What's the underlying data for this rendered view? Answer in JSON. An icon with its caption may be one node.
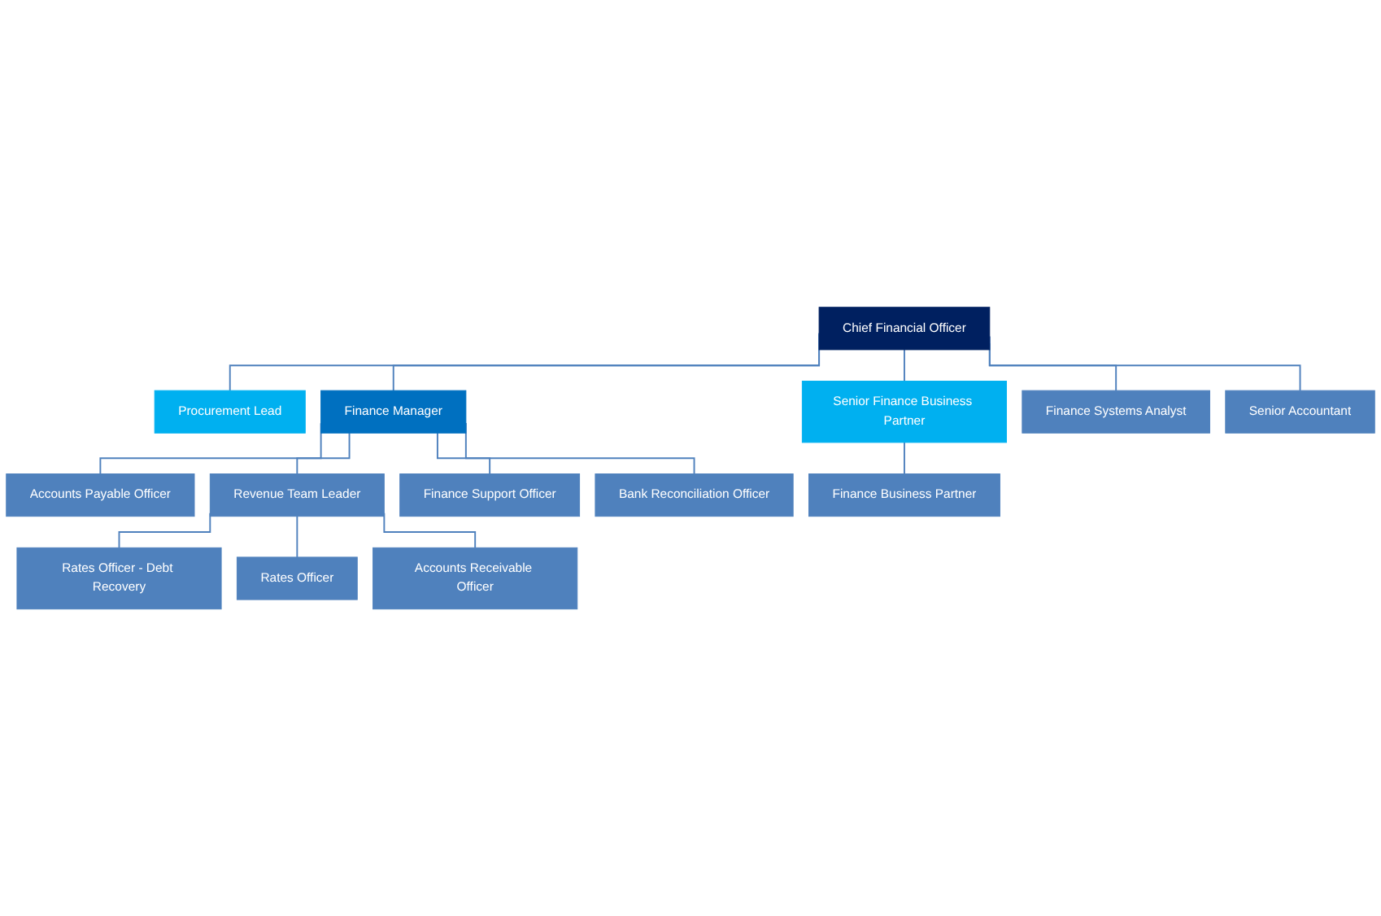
{
  "diagram": {
    "nodes": [
      {
        "text": [
          "Chief Financial Officer"
        ]
      },
      {
        "text": [
          "Procurement Lead"
        ]
      },
      {
        "text": [
          "Finance Manager"
        ]
      },
      {
        "text": [
          "Senior Finance Business Partner"
        ]
      },
      {
        "text": [
          "Finance Systems Analyst"
        ]
      },
      {
        "text": [
          "Senior Accountant"
        ]
      },
      {
        "text": [
          "Accounts Payable Officer"
        ]
      },
      {
        "text": [
          "Revenue Team Leader"
        ]
      },
      {
        "text": [
          "Finance Support Officer"
        ]
      },
      {
        "text": [
          "Bank Reconciliation Officer"
        ]
      },
      {
        "text": [
          "Rates Officer - Debt Recovery"
        ]
      },
      {
        "text": [
          "Rates Officer"
        ]
      },
      {
        "text": [
          "Accounts Receivable Officer"
        ]
      },
      {
        "text": [
          "Finance Business Partner"
        ]
      }
    ],
    "edges": [
      {
        "from": 0,
        "to": 1,
        "arrow": "none"
      },
      {
        "from": 0,
        "to": 2,
        "arrow": "none"
      },
      {
        "from": 0,
        "to": 3,
        "arrow": "none"
      },
      {
        "from": 0,
        "to": 4,
        "arrow": "none"
      },
      {
        "from": 0,
        "to": 5,
        "arrow": "none"
      },
      {
        "from": 2,
        "to": 6,
        "arrow": "none"
      },
      {
        "from": 2,
        "to": 7,
        "arrow": "none"
      },
      {
        "from": 2,
        "to": 8,
        "arrow": "none"
      },
      {
        "from": 2,
        "to": 9,
        "arrow": "none"
      },
      {
        "from": 7,
        "to": 10,
        "arrow": "none"
      },
      {
        "from": 7,
        "to": 11,
        "arrow": "none"
      },
      {
        "from": 7,
        "to": 12,
        "arrow": "none"
      },
      {
        "from": 3,
        "to": 13,
        "arrow": "none"
      }
    ]
  }
}
